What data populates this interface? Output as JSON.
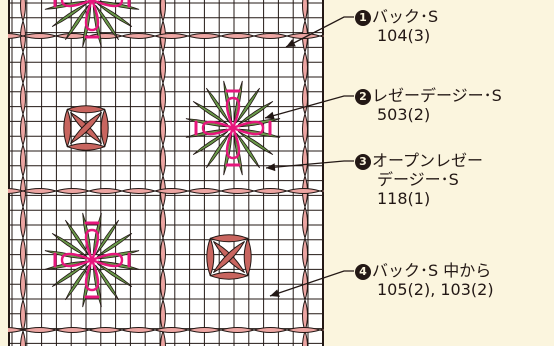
{
  "colors": {
    "background": "#fbf5de",
    "fabric": "#ffffff",
    "grid": "#231815",
    "back_stitch_pink": "#eda5a2",
    "lazy_daisy_green": "#6a9a4a",
    "open_lazy_daisy_magenta": "#e6177c",
    "back_stitch_rose": "#c8655f"
  },
  "annotations": [
    {
      "number": "1",
      "name": "バック･S",
      "codes": [
        "104(3)"
      ]
    },
    {
      "number": "2",
      "name": "レゼーデージー･S",
      "codes": [
        "503(2)"
      ]
    },
    {
      "number": "3",
      "name_lines": [
        "オープンレゼー",
        "デージー･S"
      ],
      "codes": [
        "118(1)"
      ]
    },
    {
      "number": "4",
      "name": "バック･S 中から",
      "codes": [
        "105(2), 103(2)"
      ]
    }
  ]
}
